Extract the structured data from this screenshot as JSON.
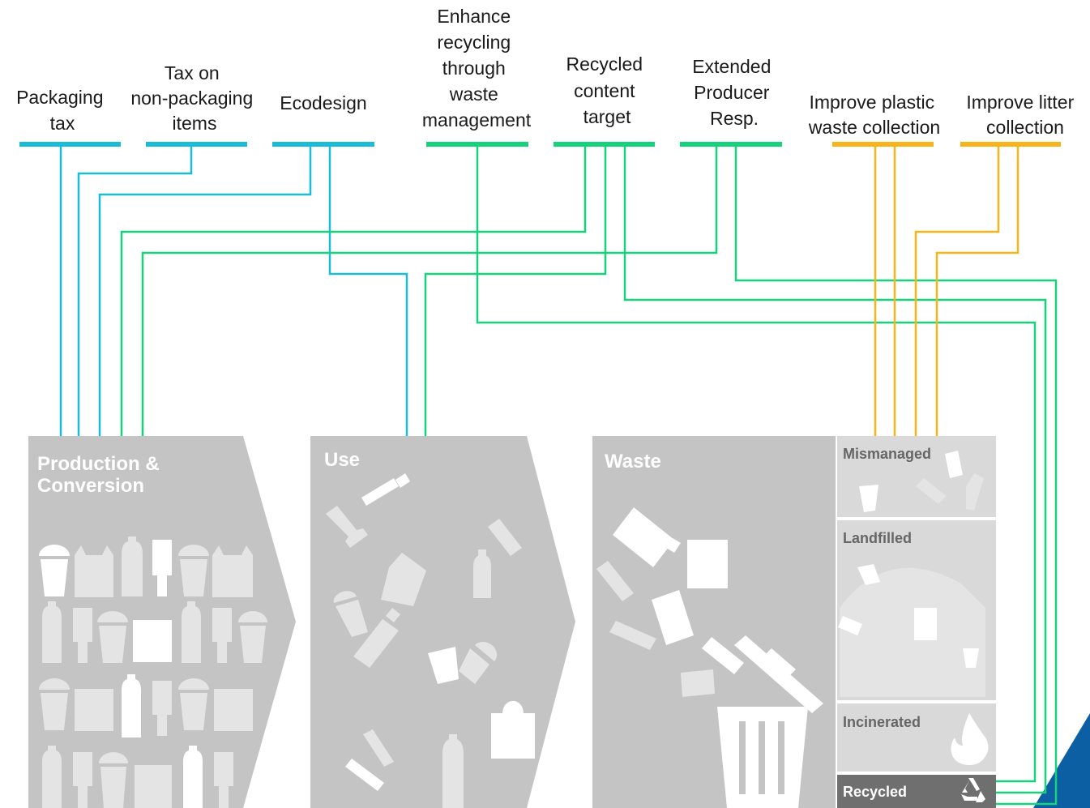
{
  "colors": {
    "production_policy": "#1bbcd8",
    "waste_policy": "#16d27a",
    "collection_policy": "#f7b51c",
    "stage_fill": "#c4c4c4",
    "fate_fill": "#d9d9d9",
    "recycled_fill": "#6f6f6f",
    "corner_accent": "#0d5fa3"
  },
  "policies": {
    "packaging_tax": [
      "Packaging",
      "tax"
    ],
    "tax_non_packaging": [
      "Tax on",
      "non-packaging",
      "items"
    ],
    "ecodesign": [
      "Ecodesign"
    ],
    "enhance_recycling": [
      "Enhance",
      "recycling",
      "through",
      "waste",
      "management"
    ],
    "recycled_content": [
      "Recycled",
      "content",
      "target"
    ],
    "epr": [
      "Extended",
      "Producer",
      "Resp."
    ],
    "improve_plastic_collection": [
      "Improve plastic",
      "waste collection"
    ],
    "improve_litter_collection": [
      "Improve litter",
      "collection"
    ]
  },
  "stages": {
    "production": [
      "Production &",
      "Conversion"
    ],
    "use": "Use",
    "waste": "Waste"
  },
  "fates": {
    "mismanaged": "Mismanaged",
    "landfilled": "Landfilled",
    "incinerated": "Incinerated",
    "recycled": "Recycled"
  },
  "icons": {
    "recycle": "recycle-icon",
    "flame": "flame-icon",
    "trash": "trash-bin-icon",
    "bottle": "bottle-icon",
    "bag": "plastic-bag-icon",
    "cup": "cup-icon"
  }
}
